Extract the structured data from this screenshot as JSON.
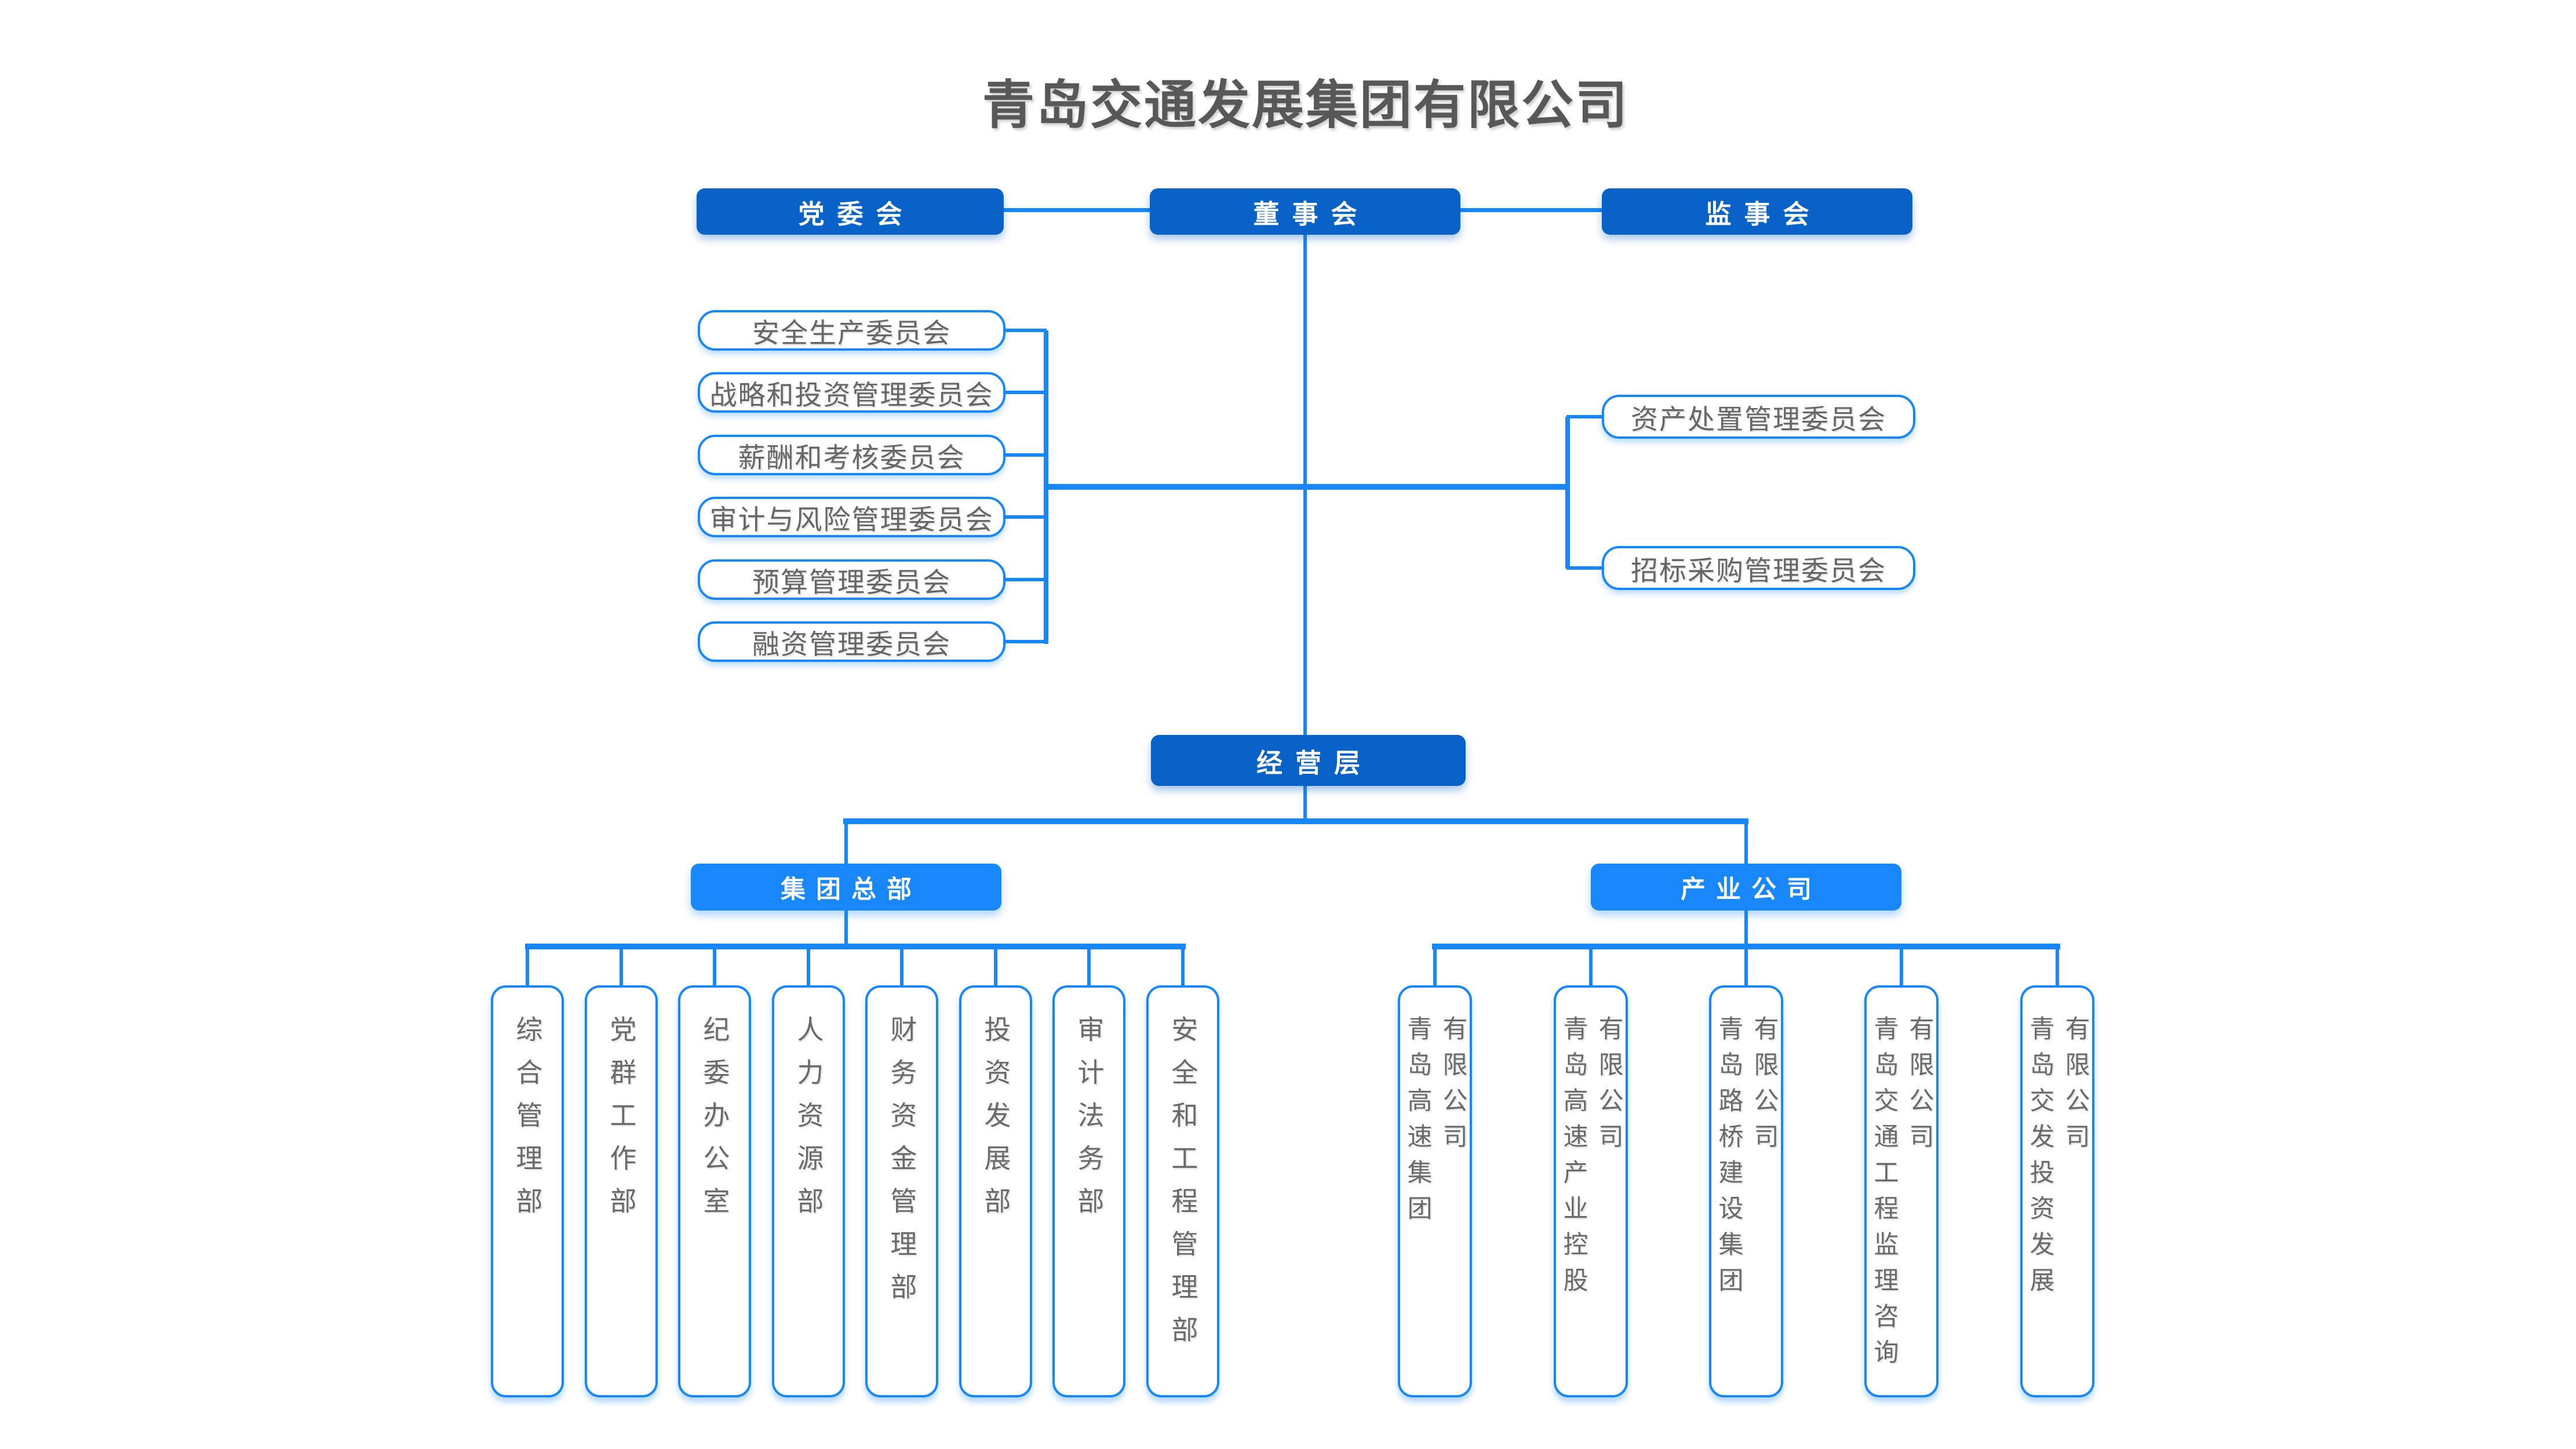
{
  "title": "青岛交通发展集团有限公司",
  "colors": {
    "dark_blue": "#0962c8",
    "bright_blue": "#1787fa",
    "line_blue": "#1787fa",
    "body_text_gray": "#666666",
    "title_gray": "#585858"
  },
  "governance": {
    "party_committee": "党委会",
    "board_of_directors": "董事会",
    "supervisory_board": "监事会",
    "management_level": "经营层"
  },
  "divisions": {
    "group_headquarters": "集团总部",
    "industry_companies": "产业公司"
  },
  "board_committees_left": [
    "安全生产委员会",
    "战略和投资管理委员会",
    "薪酬和考核委员会",
    "审计与风险管理委员会",
    "预算管理委员会",
    "融资管理委员会"
  ],
  "board_committees_right": [
    "资产处置管理委员会",
    "招标采购管理委员会"
  ],
  "hq_departments": [
    "综合管理部",
    "党群工作部",
    "纪委办公室",
    "人力资源部",
    "财务资金管理部",
    "投资发展部",
    "审计法务部",
    "安全和工程管理部"
  ],
  "subsidiaries": [
    "青岛高速集团\n有限公司",
    "青岛高速产业控股\n有限公司",
    "青岛路桥建设集团\n有限公司",
    "青岛交通工程监理咨询\n有限公司",
    "青岛交发投资发展\n有限公司"
  ]
}
